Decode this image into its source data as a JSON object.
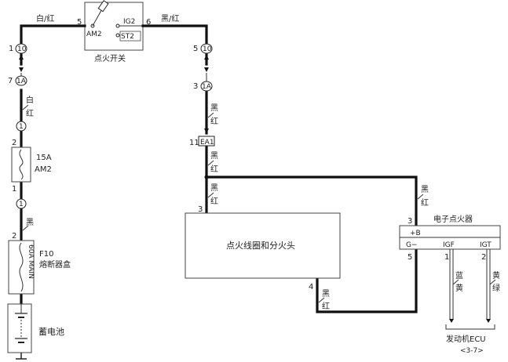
{
  "ignition_switch": {
    "label": "点火开关",
    "terminals": {
      "am2": "AM2",
      "ig2": "IG2",
      "st2": "ST2"
    },
    "pins": {
      "left": "5",
      "right": "6"
    }
  },
  "wire_colors": {
    "white_red_h": "白/红",
    "black_red_h": "黑/红",
    "white_v1": "白",
    "white_v2": "红",
    "black_v1": "黑",
    "red_v1": "红",
    "black_v2": "黑",
    "red_v2": "红",
    "black_v3": "黑",
    "red_v3": "红",
    "black_v4": "黑",
    "red_v4": "红",
    "black_v5": "黑",
    "red_v5": "红",
    "black_only": "黑",
    "blue": "蓝",
    "yellow1": "黄",
    "yellow2": "黄",
    "green": "绿"
  },
  "connectors": {
    "c10_left": "10",
    "c10_right": "10",
    "c1a_left": "1A",
    "c1a_right": "1A",
    "c1_a": "1",
    "c1_b": "1",
    "ea1": "EA1"
  },
  "pin_labels": {
    "p1": "1",
    "p7": "7",
    "p2a": "2",
    "p1b": "1",
    "p2b": "2",
    "p5": "5",
    "p3a": "3",
    "p11": "11",
    "p3_coil": "3",
    "p4_coil": "4",
    "p3_ign": "3",
    "p5_ign": "5",
    "p1_ign": "1",
    "p2_ign": "2"
  },
  "fuse_am2": {
    "rating": "15A",
    "name": "AM2"
  },
  "fuse_main": {
    "code": "F10",
    "name": "60A MAIN",
    "box": "熔断器盒"
  },
  "battery": {
    "label": "蓄电池"
  },
  "coil": {
    "label": "点火线圈和分火头"
  },
  "igniter": {
    "title": "电子点火器",
    "terminals": {
      "b": "+B",
      "g": "G−",
      "igf": "IGF",
      "igt": "IGT"
    }
  },
  "ecu": {
    "label": "发动机ECU",
    "ref": "<3-7>"
  }
}
